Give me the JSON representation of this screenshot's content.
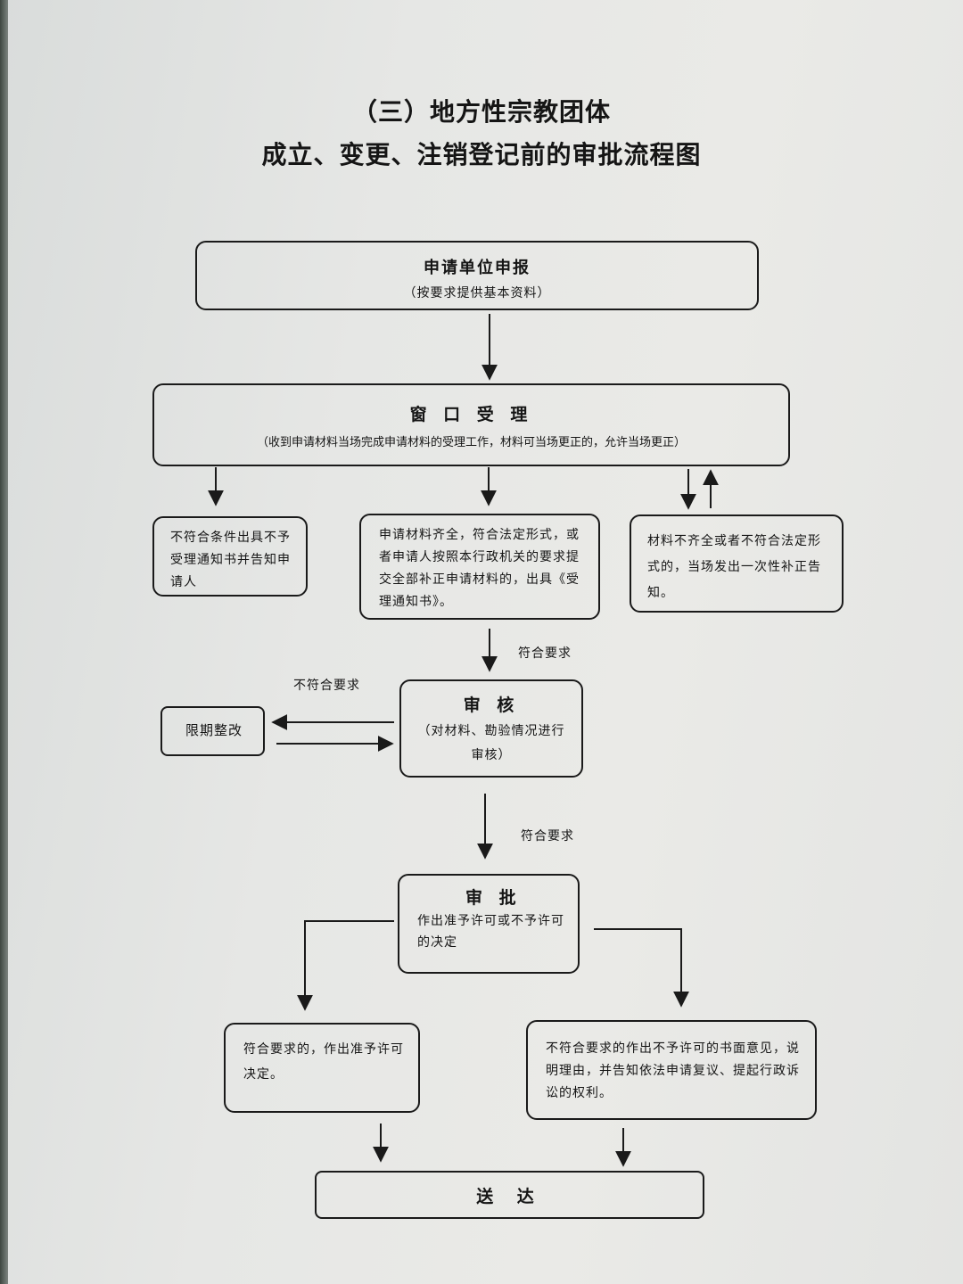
{
  "title": {
    "line1": "（三）地方性宗教团体",
    "line2": "成立、变更、注销登记前的审批流程图"
  },
  "nodes": {
    "apply": {
      "title": "申请单位申报",
      "sub": "（按要求提供基本资料）"
    },
    "window": {
      "title": "窗 口 受 理",
      "sub": "（收到申请材料当场完成申请材料的受理工作，材料可当场更正的，允许当场更正）"
    },
    "reject": {
      "text": "不符合条件出具不予受理通知书并告知申请人"
    },
    "accept": {
      "text": "申请材料齐全，符合法定形式，或者申请人按照本行政机关的要求提交全部补正申请材料的，出具《受理通知书》。"
    },
    "supplement": {
      "text": "材料不齐全或者不符合法定形式的，当场发出一次性补正告知。"
    },
    "review": {
      "title": "审 核",
      "sub": "（对材料、勘验情况进行审核）"
    },
    "rectify": {
      "text": "限期整改"
    },
    "approve": {
      "title": "审 批",
      "sub": "作出准予许可或不予许可的决定"
    },
    "grant": {
      "text": "符合要求的，作出准予许可决定。"
    },
    "deny": {
      "text": "不符合要求的作出不予许可的书面意见，说明理由，并告知依法申请复议、提起行政诉讼的权利。"
    },
    "deliver": {
      "title": "送  达"
    }
  },
  "edge_labels": {
    "accept_to_review": "符合要求",
    "review_to_rectify": "不符合要求",
    "review_to_approve": "符合要求"
  }
}
